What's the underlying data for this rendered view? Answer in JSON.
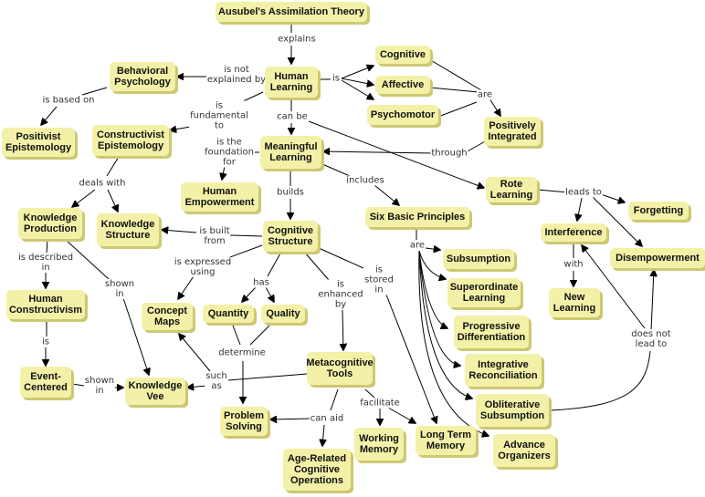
{
  "concepts": {
    "ausubel": "Ausubel's Assimilation Theory",
    "human_learning": "Human\nLearning",
    "behavioral_psychology": "Behavioral\nPsychology",
    "cognitive": "Cognitive",
    "affective": "Affective",
    "psychomotor": "Psychomotor",
    "positively_integrated": "Positively\nIntegrated",
    "positivist_epistemology": "Positivist\nEpistemology",
    "constructivist_epistemology": "Constructivist\nEpistemology",
    "meaningful_learning": "Meaningful\nLearning",
    "human_empowerment": "Human\nEmpowerment",
    "rote_learning": "Rote\nLearning",
    "six_basic_principles": "Six Basic Principles",
    "forgetting": "Forgetting",
    "knowledge_production": "Knowledge\nProduction",
    "knowledge_structure": "Knowledge\nStructure",
    "cognitive_structure": "Cognitive\nStructure",
    "interference": "Interference",
    "disempowerment": "Disempowerment",
    "subsumption": "Subsumption",
    "human_constructivism": "Human\nConstructivism",
    "superordinate_learning": "Superordinate\nLearning",
    "new_learning": "New\nLearning",
    "concept_maps": "Concept\nMaps",
    "quantity": "Quantity",
    "quality": "Quality",
    "progressive_differentiation": "Progressive\nDifferentiation",
    "integrative_reconciliation": "Integrative\nReconciliation",
    "metacognitive_tools": "Metacognitive\nTools",
    "event_centered": "Event-\nCentered",
    "knowledge_vee": "Knowledge\nVee",
    "obliterative_subsumption": "Obliterative\nSubsumption",
    "problem_solving": "Problem\nSolving",
    "working_memory": "Working\nMemory",
    "long_term_memory": "Long Term\nMemory",
    "advance_organizers": "Advance\nOrganizers",
    "age_related": "Age-Related\nCognitive\nOperations"
  },
  "links": {
    "explains": "explains",
    "is_not_explained_by": "is not\nexplained by",
    "is": "is",
    "are_top": "are",
    "is_based_on": "is based on",
    "is_fundamental_to": "is\nfundamental\nto",
    "can_be": "can be",
    "through": "through",
    "is_the_foundation_for": "is the\nfoundation\nfor",
    "builds": "builds",
    "includes": "includes",
    "is_built_from": "is built\nfrom",
    "deals_with": "deals with",
    "is_described_in": "is described\nin",
    "shown_in_1": "shown\nin",
    "is_hc": "is",
    "shown_in_2": "shown\nin",
    "is_expressed_using": "is expressed\nusing",
    "has": "has",
    "determine": "determine",
    "is_enhanced_by": "is\nenhanced\nby",
    "is_stored_in": "is\nstored\nin",
    "such_as": "such\nas",
    "can_aid": "can aid",
    "facilitate": "facilitate",
    "are_principles": "are",
    "leads_to": "leads to",
    "with": "with",
    "does_not_lead_to": "does not\nlead to"
  },
  "colors": {
    "concept_fill": "#f3f1a8",
    "concept_shadow": "#cdc872",
    "line": "#000000"
  }
}
